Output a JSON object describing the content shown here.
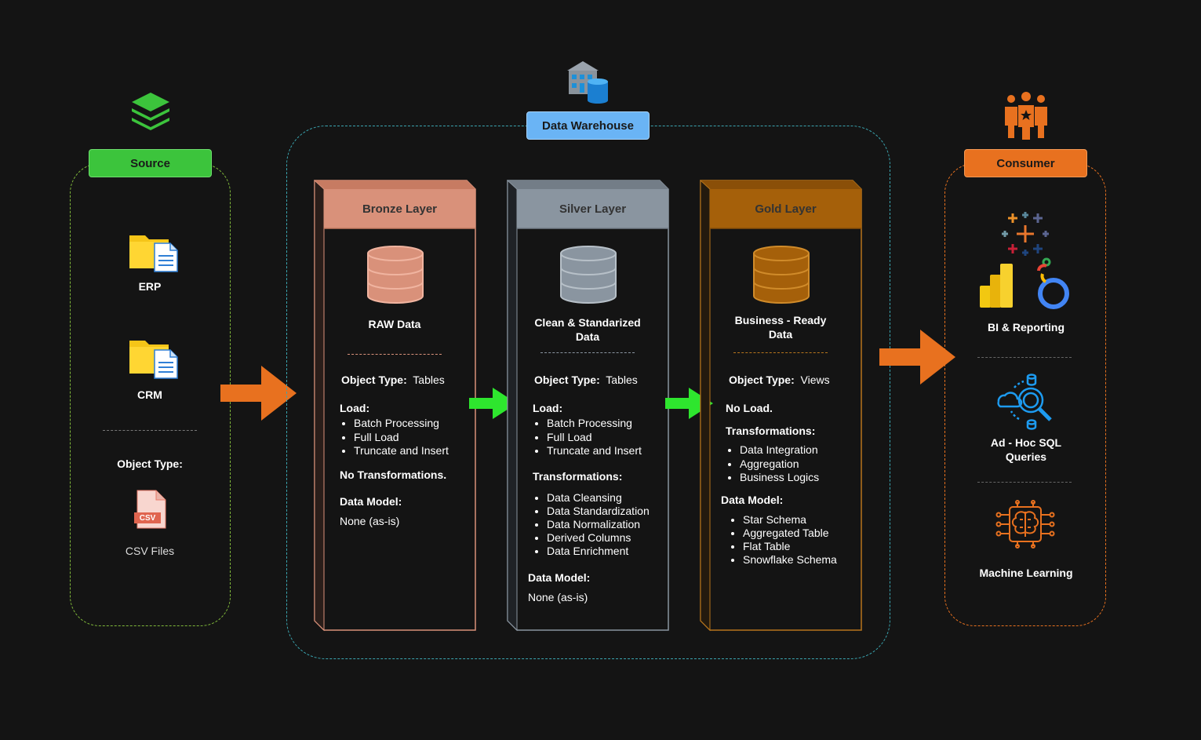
{
  "source": {
    "title": "Source",
    "items": [
      {
        "label": "ERP",
        "icon": "folder-document-icon"
      },
      {
        "label": "CRM",
        "icon": "folder-document-icon"
      }
    ],
    "object_type_label": "Object Type:",
    "file_badge": "CSV",
    "file_label": "CSV Files"
  },
  "warehouse": {
    "title": "Data Warehouse",
    "layers": [
      {
        "title": "Bronze Layer",
        "subtitle": "RAW Data",
        "object_type_label": "Object Type:",
        "object_type_value": "Tables",
        "load_label": "Load:",
        "load_items": [
          "Batch Processing",
          "Full Load",
          "Truncate and Insert"
        ],
        "transform_label": "No Transformations.",
        "model_label": "Data Model:",
        "model_value": "None (as-is)"
      },
      {
        "title": "Silver Layer",
        "subtitle": "Clean & Standarized Data",
        "object_type_label": "Object Type:",
        "object_type_value": "Tables",
        "load_label": "Load:",
        "load_items": [
          "Batch Processing",
          "Full Load",
          "Truncate and Insert"
        ],
        "transform_label": "Transformations:",
        "transform_items": [
          "Data Cleansing",
          "Data Standardization",
          "Data Normalization",
          "Derived Columns",
          "Data Enrichment"
        ],
        "model_label": "Data Model:",
        "model_value": "None (as-is)"
      },
      {
        "title": "Gold Layer",
        "subtitle": "Business - Ready Data",
        "object_type_label": "Object Type:",
        "object_type_value": "Views",
        "load_label": "No Load.",
        "transform_label": "Transformations:",
        "transform_items": [
          "Data Integration",
          "Aggregation",
          "Business Logics"
        ],
        "model_label": "Data Model:",
        "model_items": [
          "Star Schema",
          "Aggregated Table",
          "Flat Table",
          "Snowflake Schema"
        ]
      }
    ]
  },
  "consumer": {
    "title": "Consumer",
    "items": [
      {
        "label": "BI & Reporting",
        "icons": [
          "tableau-icon",
          "power-bi-icon",
          "looker-icon"
        ]
      },
      {
        "label": "Ad - Hoc SQL Queries",
        "icon": "sql-search-icon"
      },
      {
        "label": "Machine Learning",
        "icon": "brain-chip-icon"
      }
    ]
  },
  "colors": {
    "source": "#3cc43c",
    "warehouse": "#6ab4f5",
    "consumer": "#e8711f",
    "bronze": "#d9917a",
    "silver": "#8a95a0",
    "gold": "#a5600a",
    "flow_arrow_outer": "#e8711f",
    "flow_arrow_inner": "#2ee62e"
  }
}
